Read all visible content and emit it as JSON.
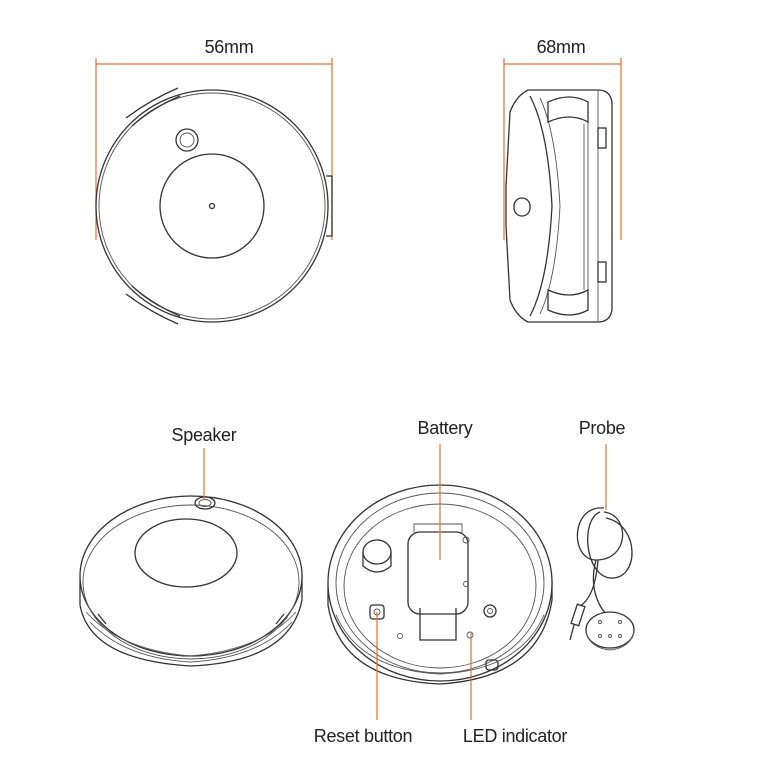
{
  "dimensions": {
    "width_label": "56mm",
    "depth_label": "68mm"
  },
  "callouts": {
    "speaker": "Speaker",
    "battery": "Battery",
    "probe": "Probe",
    "reset_button": "Reset button",
    "led_indicator": "LED indicator"
  },
  "colors": {
    "line": "#333333",
    "accent": "#e8702a",
    "background": "#ffffff"
  }
}
